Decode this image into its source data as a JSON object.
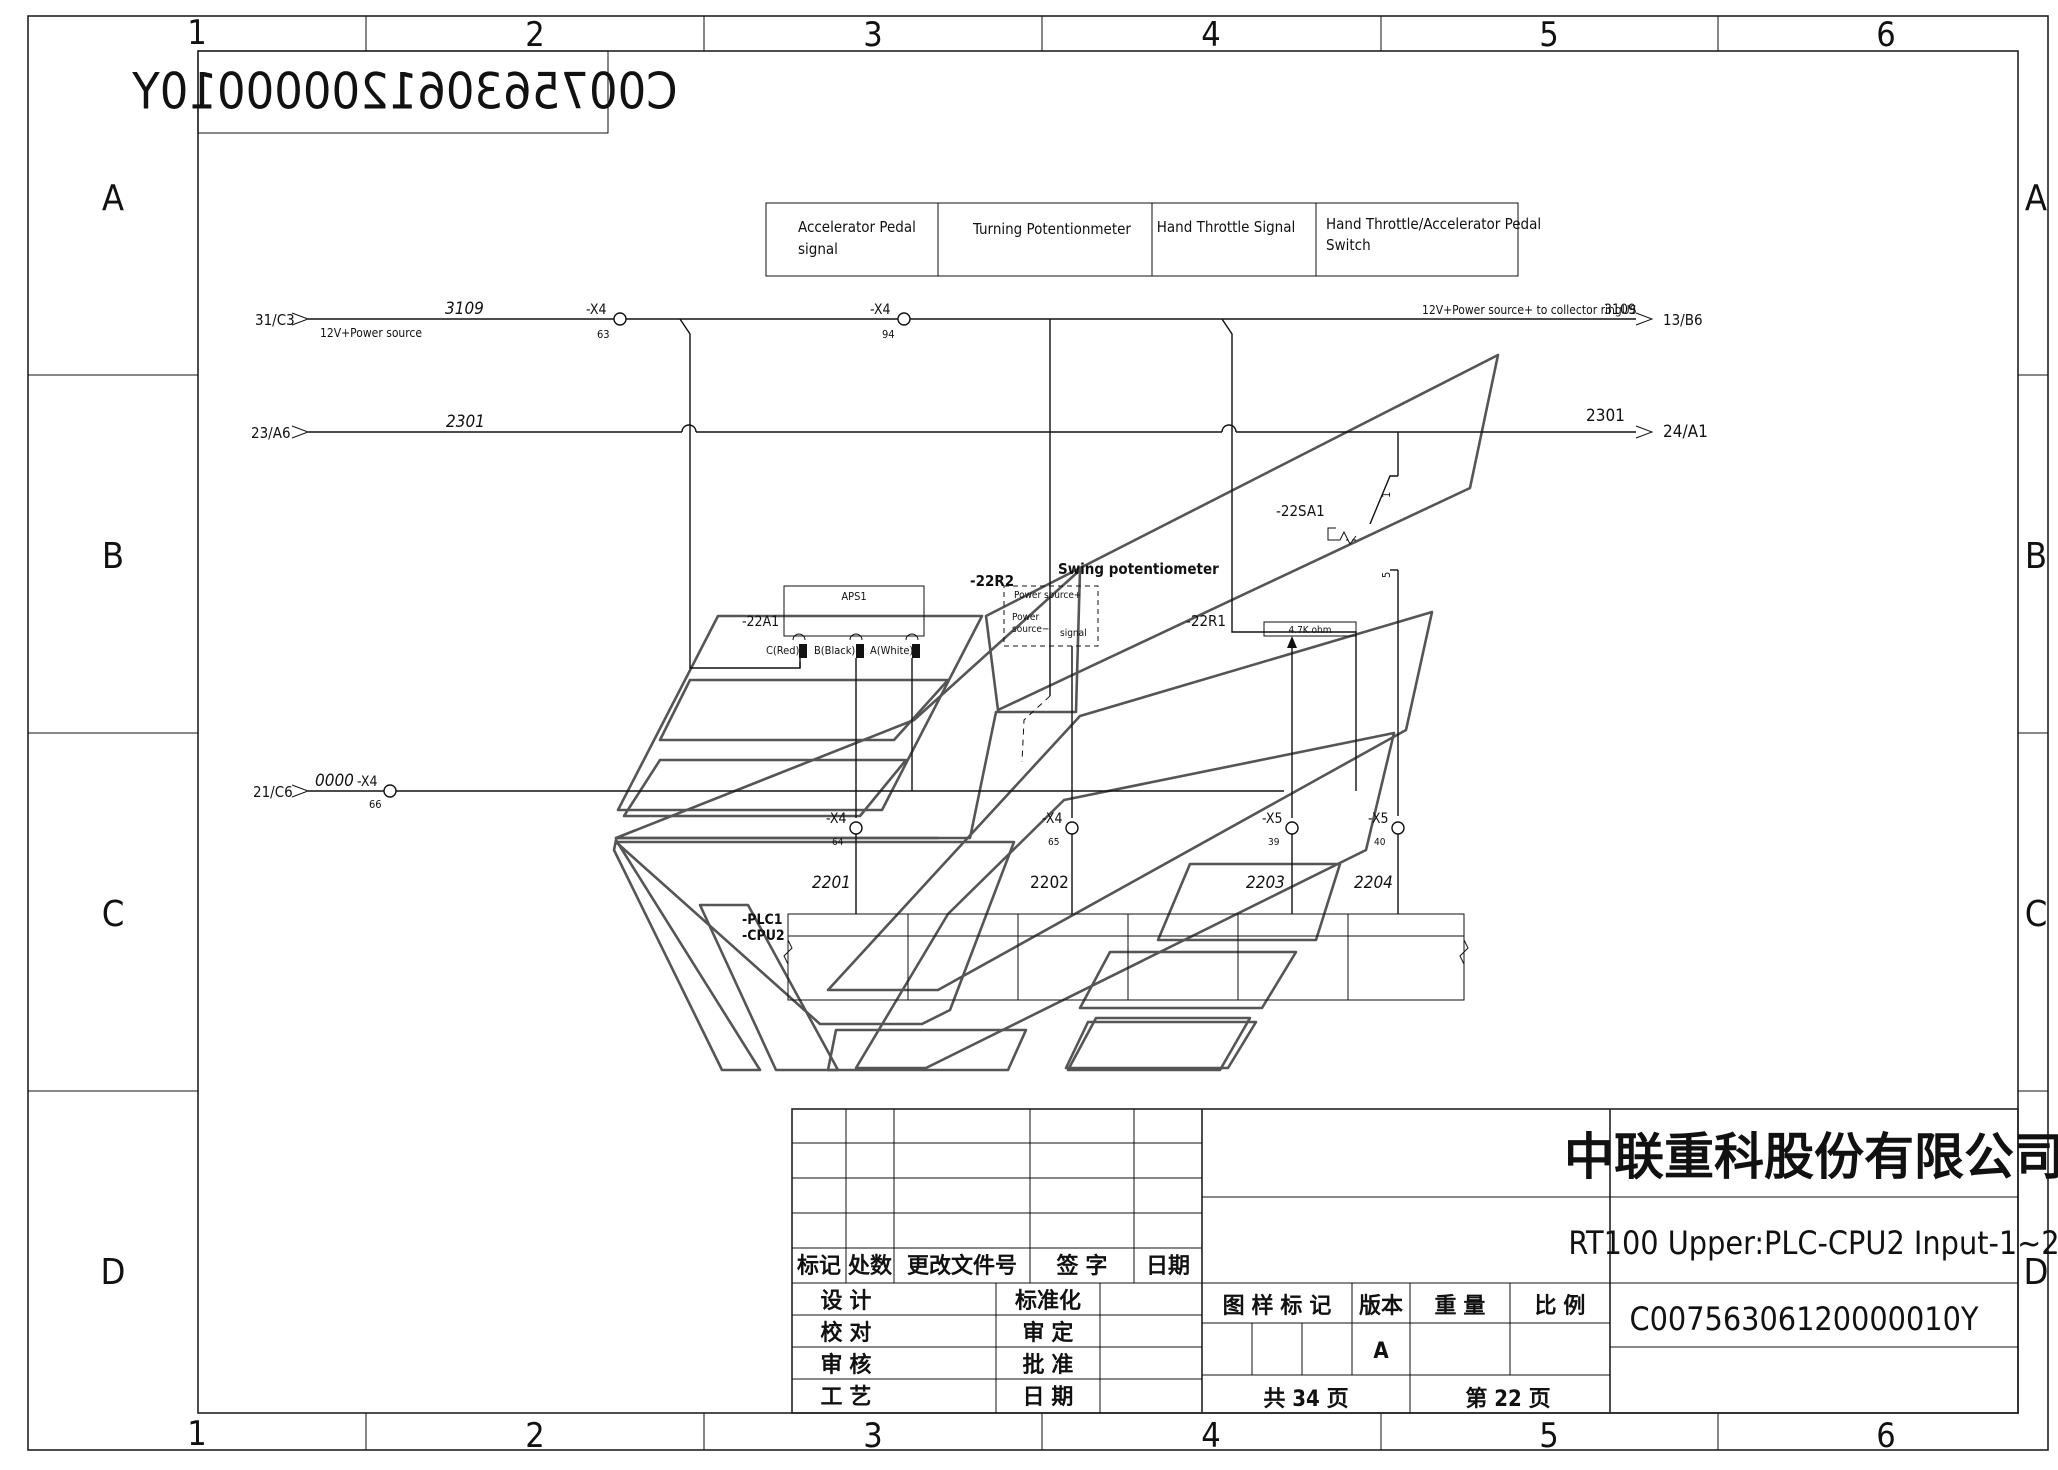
{
  "border": {
    "columns": [
      "1",
      "2",
      "3",
      "4",
      "5",
      "6"
    ],
    "rows": [
      "A",
      "B",
      "C",
      "D"
    ]
  },
  "drawing_number_mirrored": "C00756306120000010Y",
  "header_table": {
    "col1_line1": "Accelerator Pedal",
    "col1_line2": "signal",
    "col2": "Turning Potentionmeter",
    "col3": "Hand Throttle Signal",
    "col4_line1": "Hand Throttle/Accelerator Pedal",
    "col4_line2": "Switch"
  },
  "wires": {
    "ref_31c3": "31/C3",
    "w3109": "3109",
    "power_label": "12V+Power source",
    "x4": "-X4",
    "pin63": "63",
    "pin94": "94",
    "collector_label": "12V+Power source+ to collector ringUS",
    "w3109_right": "3109",
    "ref_13b6": "13/B6",
    "ref_23a6": "23/A6",
    "w2301": "2301",
    "w2301_right": "2301",
    "ref_24a1": "24/A1",
    "ref_21c6": "21/C6",
    "w0000": "0000",
    "pin66": "66",
    "pin64": "64",
    "pin65": "65",
    "x5": "-X5",
    "pin39": "39",
    "pin40": "40",
    "w2201": "2201",
    "w2202": "2202",
    "w2203": "2203",
    "w2204": "2204"
  },
  "components": {
    "sa1": "-22SA1",
    "switch_pin1": "1",
    "switch_pin5": "5",
    "r2": "-22R2",
    "swing_pot": "Swing potentiometer",
    "pot_power_plus": "Power source+",
    "pot_power": "Power",
    "pot_source_minus": "source−",
    "pot_signal": "signal",
    "a1": "-22A1",
    "aps1": "APS1",
    "pin_c": "C(Red)",
    "pin_b": "B(Black)",
    "pin_a": "A(White)",
    "r1": "-22R1",
    "r1_value": "4.7K ohm",
    "plc1": "-PLC1",
    "cpu2": "-CPU2"
  },
  "title_block": {
    "company": "中联重科股份有限公司",
    "title": "RT100 Upper:PLC-CPU2 Input-1~2",
    "drawing_number": "C00756306120000010Y",
    "rev_headers": [
      "标记",
      "处数",
      "更改文件号",
      "签 字",
      "日期"
    ],
    "sign_left": [
      "设 计",
      "校 对",
      "审 核",
      "工 艺"
    ],
    "sign_right": [
      "标准化",
      "审 定",
      "批 准",
      "日 期"
    ],
    "mark_headers": [
      "图 样 标 记",
      "版本",
      "重 量",
      "比 例"
    ],
    "version": "A",
    "total_pages": "共 34 页",
    "page_no": "第 22 页"
  }
}
